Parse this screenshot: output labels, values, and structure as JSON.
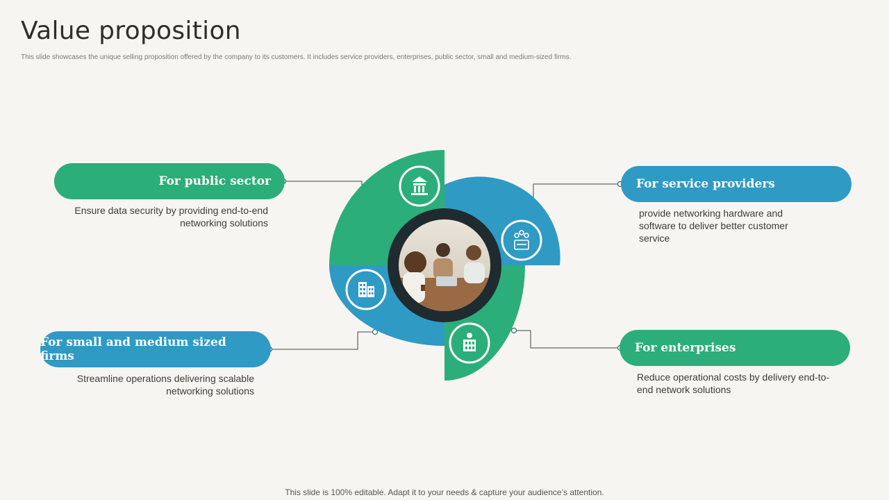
{
  "title": "Value proposition",
  "subtitle": "This slide showcases the unique selling proposition offered by the company to its customers. It includes service providers, enterprises, public sector, small and medium-sized firms.",
  "segments": {
    "public_sector": {
      "label": "For public sector",
      "description": "Ensure data security by providing end-to-end networking solutions",
      "icon": "government-building-icon"
    },
    "service_providers": {
      "label": "For service providers",
      "description": "provide networking hardware and software to deliver better customer service",
      "icon": "network-devices-icon"
    },
    "small_medium_firms": {
      "label": "For small and medium sized firms",
      "description": "Streamline operations delivering scalable networking solutions",
      "icon": "office-building-icon"
    },
    "enterprises": {
      "label": "For enterprises",
      "description": "Reduce operational costs by delivery end-to-end network solutions",
      "icon": "bank-building-icon"
    }
  },
  "colors": {
    "green": "#2cae7a",
    "blue": "#2f9ac4",
    "dark_ring": "#1f2b2f",
    "background": "#f7f5f1"
  },
  "footer": "This slide is 100% editable. Adapt it to your needs & capture your audience’s attention."
}
